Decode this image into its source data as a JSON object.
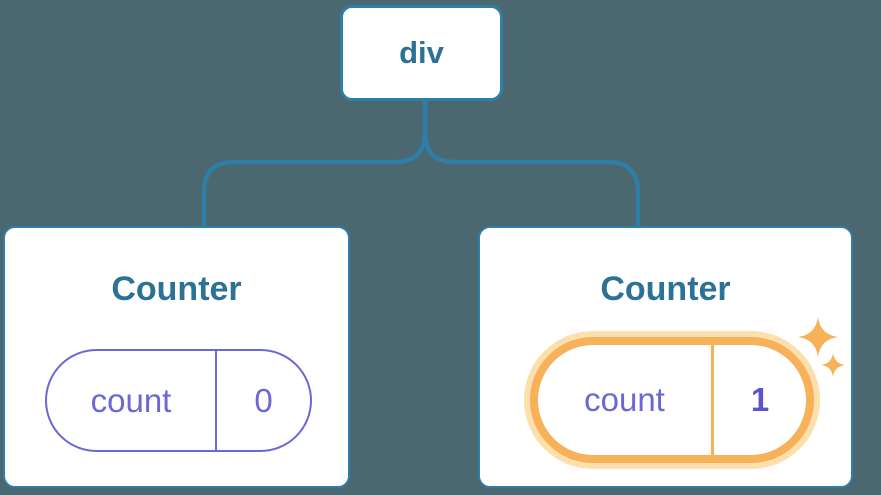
{
  "colors": {
    "background": "#4B6770",
    "blue_line": "#2F7EA8",
    "blue_text": "#2B7295",
    "purple": "#6B68D6",
    "purple_bold": "#5B54CE",
    "orange": "#F6B159",
    "orange_halo": "#FBDFAD",
    "card_bg": "#FFFFFF"
  },
  "icons": {
    "highlight": "sparkle-icon"
  },
  "tree": {
    "root": {
      "label": "div"
    },
    "children": [
      {
        "title": "Counter",
        "state": {
          "key": "count",
          "value": "0"
        },
        "highlighted": false
      },
      {
        "title": "Counter",
        "state": {
          "key": "count",
          "value": "1"
        },
        "highlighted": true
      }
    ]
  }
}
